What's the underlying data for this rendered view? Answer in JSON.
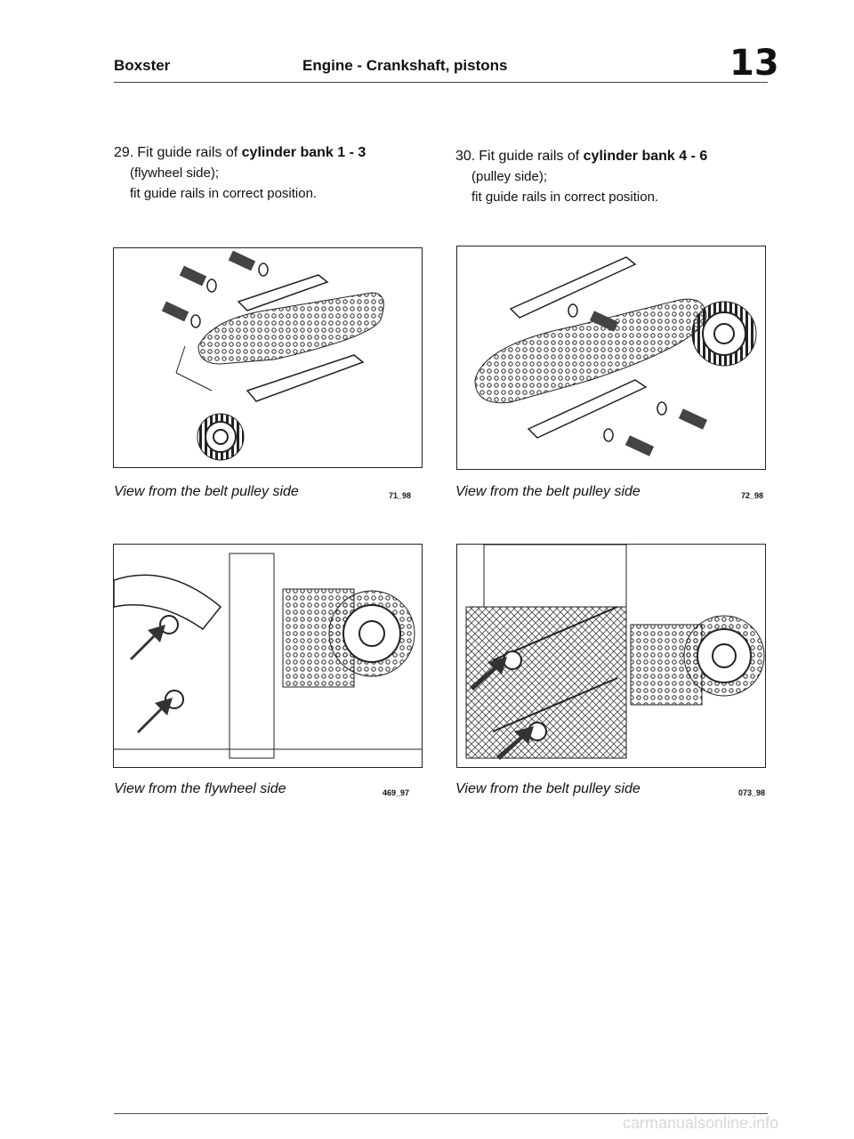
{
  "header": {
    "left": "Boxster",
    "center": "Engine - Crankshaft, pistons",
    "section_number": "13"
  },
  "steps": [
    {
      "number": "29.",
      "text_before": "Fit guide rails of ",
      "bold": "cylinder bank 1 - 3",
      "line2": "(flywheel side);",
      "line3": "fit guide rails in correct position."
    },
    {
      "number": "30.",
      "text_before": "Fit guide rails of ",
      "bold": "cylinder bank 4 - 6",
      "line2": "(pulley side);",
      "line3": "fit guide rails in correct position."
    }
  ],
  "figures": [
    {
      "caption": "View from the belt pulley side",
      "id": "71_98"
    },
    {
      "caption": "View from the belt pulley side",
      "id": "72_98"
    },
    {
      "caption": "View from the flywheel side",
      "id": "469_97"
    },
    {
      "caption": "View from the belt pulley side",
      "id": "073_98"
    }
  ],
  "footer": {
    "watermark": "carmanualsonline.info"
  }
}
